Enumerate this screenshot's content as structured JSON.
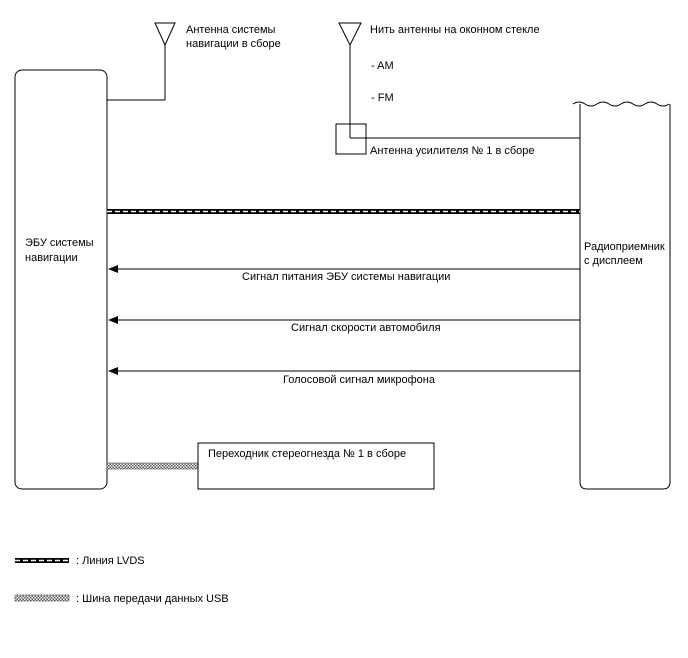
{
  "antennas": {
    "nav_antenna_label": [
      "Антенна системы",
      "навигации в сборе"
    ],
    "window_antenna_label": "Нить антенны на оконном стекле",
    "am_label": "- AM",
    "fm_label": "- FM",
    "amplifier_label": "Антенна усилителя № 1 в сборе"
  },
  "blocks": {
    "ecu_label": [
      "ЭБУ системы",
      "навигации"
    ],
    "radio_label": [
      "Радиоприемник",
      "с дисплеем"
    ],
    "adapter_label": "Переходник стереогнезда № 1 в сборе"
  },
  "signals": {
    "power": "Сигнал питания ЭБУ системы навигации",
    "speed": "Сигнал скорости автомобиля",
    "voice": "Голосовой сигнал микрофона"
  },
  "legend": {
    "lvds": ": Линия LVDS",
    "usb": ": Шина передачи данных USB"
  },
  "colors": {
    "line": "#000000",
    "usb_fill": "#8a8a8a"
  }
}
